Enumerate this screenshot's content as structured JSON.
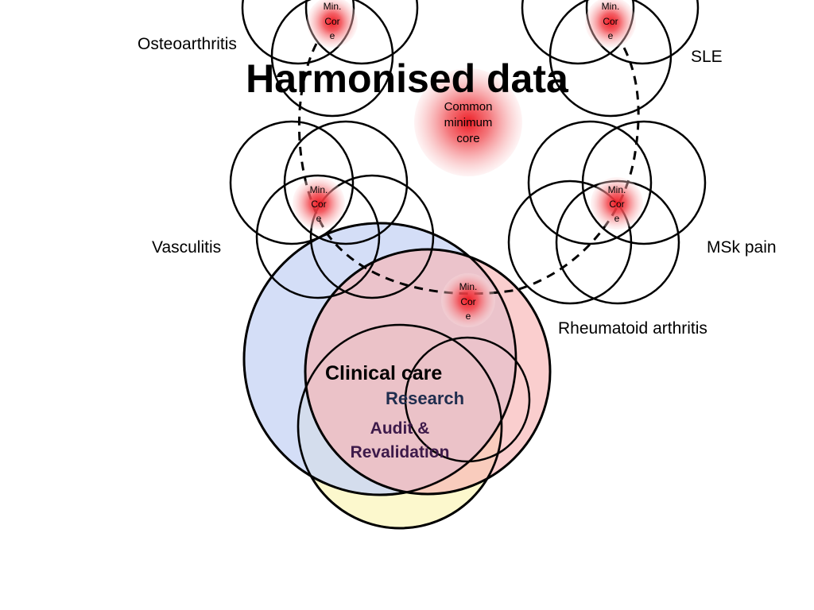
{
  "title": "Harmonised data",
  "disease_labels": {
    "osteoarthritis": "Osteoarthritis",
    "sle": "SLE",
    "vasculitis": "Vasculitis",
    "msk_pain": "MSk pain",
    "rheumatoid_arthritis": "Rheumatoid arthritis"
  },
  "min_core": {
    "line1": "Min.",
    "line2": "Cor",
    "line3": "e"
  },
  "common_core": {
    "line1": "Common",
    "line2": "minimum",
    "line3": "core"
  },
  "domains": {
    "clinical_care": "Clinical care",
    "research": "Research",
    "audit_line1": "Audit &",
    "audit_line2": "Revalidation"
  },
  "colors": {
    "clinical_care_fill": "#c9d6f5",
    "research_fill": "#f7b4b4",
    "audit_fill": "#fbf7c4",
    "core_red": "#ee1c24",
    "research_text": "#1f2d4e",
    "audit_text": "#3d1a4a"
  }
}
